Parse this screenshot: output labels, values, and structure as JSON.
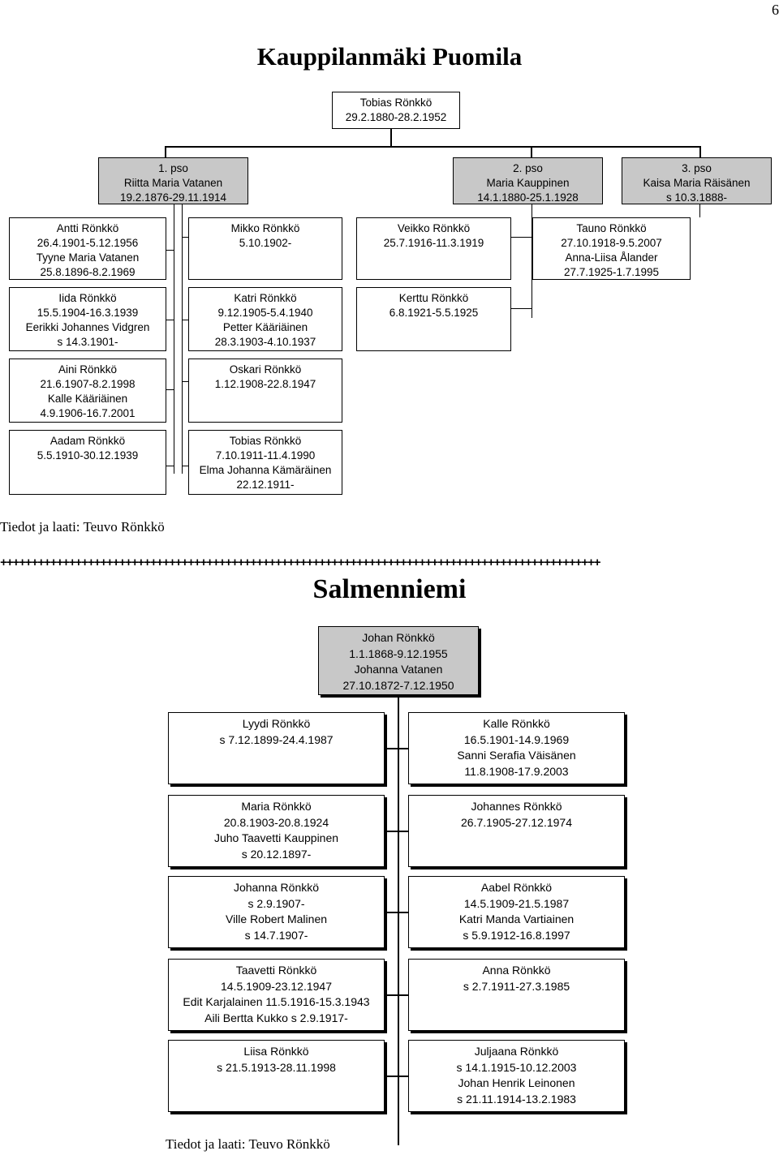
{
  "page_number": "6",
  "section1": {
    "title": "Kauppilanmäki Puomila",
    "root": [
      "Tobias Rönkkö",
      "29.2.1880-28.2.1952"
    ],
    "spouses": [
      [
        "1. pso",
        "Riitta Maria Vatanen",
        "19.2.1876-29.11.1914"
      ],
      [
        "2. pso",
        "Maria Kauppinen",
        "14.1.1880-25.1.1928"
      ],
      [
        "3. pso",
        "Kaisa Maria Räisänen",
        "s 10.3.1888-"
      ]
    ],
    "col1": [
      [
        "Antti Rönkkö",
        "26.4.1901-5.12.1956",
        "Tyyne Maria Vatanen",
        "25.8.1896-8.2.1969"
      ],
      [
        "Iida Rönkkö",
        "15.5.1904-16.3.1939",
        "Eerikki Johannes Vidgren",
        "s 14.3.1901-"
      ],
      [
        "Aini Rönkkö",
        "21.6.1907-8.2.1998",
        "Kalle Kääriäinen",
        "4.9.1906-16.7.2001"
      ],
      [
        "Aadam Rönkkö",
        "5.5.1910-30.12.1939"
      ]
    ],
    "col2": [
      [
        "Mikko Rönkkö",
        "5.10.1902-"
      ],
      [
        "Katri Rönkkö",
        "9.12.1905-5.4.1940",
        "Petter Kääriäinen",
        "28.3.1903-4.10.1937"
      ],
      [
        "Oskari Rönkkö",
        "1.12.1908-22.8.1947"
      ],
      [
        "Tobias Rönkkö",
        "7.10.1911-11.4.1990",
        "Elma Johanna Kämäräinen",
        "22.12.1911-"
      ]
    ],
    "col3": [
      [
        "Veikko Rönkkö",
        "25.7.1916-11.3.1919"
      ],
      [
        "Kerttu Rönkkö",
        "6.8.1921-5.5.1925"
      ]
    ],
    "col4": [
      [
        "Tauno Rönkkö",
        "27.10.1918-9.5.2007",
        "Anna-Liisa Ålander",
        "27.7.1925-1.7.1995"
      ]
    ],
    "credit": "Tiedot ja laati: Teuvo Rönkkö"
  },
  "separator": "++++++++++++++++++++++++++++++++++++++++++++++++++++++++++++++++++++++++++++++++++++++++++++++++",
  "section2": {
    "title": "Salmenniemi",
    "root": [
      "Johan Rönkkö",
      "1.1.1868-9.12.1955",
      "Johanna Vatanen",
      "27.10.1872-7.12.1950"
    ],
    "left": [
      [
        "Lyydi Rönkkö",
        "s 7.12.1899-24.4.1987"
      ],
      [
        "Maria Rönkkö",
        "20.8.1903-20.8.1924",
        "Juho Taavetti Kauppinen",
        "s 20.12.1897-"
      ],
      [
        "Johanna Rönkkö",
        "s 2.9.1907-",
        "Ville Robert Malinen",
        "s 14.7.1907-"
      ],
      [
        "Taavetti Rönkkö",
        "14.5.1909-23.12.1947",
        "Edit Karjalainen 11.5.1916-15.3.1943",
        "Aili Bertta Kukko s 2.9.1917-"
      ],
      [
        "Liisa Rönkkö",
        "s 21.5.1913-28.11.1998"
      ]
    ],
    "right": [
      [
        "Kalle Rönkkö",
        "16.5.1901-14.9.1969",
        "Sanni Serafia Väisänen",
        "11.8.1908-17.9.2003"
      ],
      [
        "Johannes Rönkkö",
        "26.7.1905-27.12.1974"
      ],
      [
        "Aabel Rönkkö",
        "14.5.1909-21.5.1987",
        "Katri Manda Vartiainen",
        "s 5.9.1912-16.8.1997"
      ],
      [
        "Anna Rönkkö",
        "s 2.7.1911-27.3.1985"
      ],
      [
        "Juljaana Rönkkö",
        "s 14.1.1915-10.12.2003",
        "Johan Henrik Leinonen",
        "s 21.11.1914-13.2.1983"
      ]
    ],
    "credit": "Tiedot ja laati: Teuvo Rönkkö"
  }
}
